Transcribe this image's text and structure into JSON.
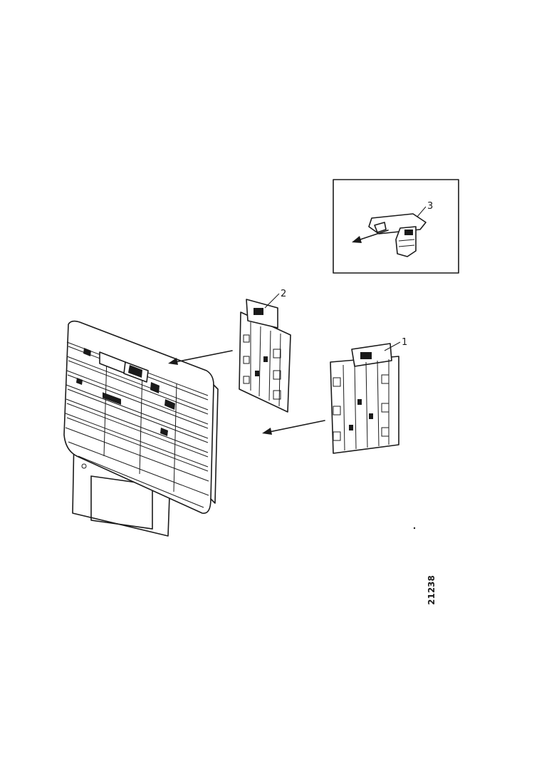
{
  "callouts": {
    "part_1": "1",
    "part_2": "2",
    "part_3": "3"
  },
  "figure_ref": "21238",
  "colors": {
    "ink": "#1a1a1a",
    "paper": "#ffffff"
  }
}
